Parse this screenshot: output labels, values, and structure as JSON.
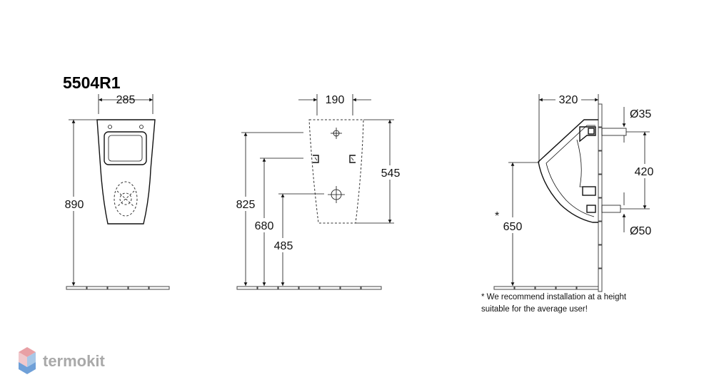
{
  "drawing": {
    "model": "5504R1",
    "front_view": {
      "width_dim": "285",
      "height_dim": "890"
    },
    "mounting_view": {
      "width_dim": "190",
      "height_total_dim": "545",
      "height_a_dim": "825",
      "height_b_dim": "680",
      "height_c_dim": "485"
    },
    "side_view": {
      "depth_dim": "320",
      "inlet_dim": "Ø35",
      "pipe_spacing_dim": "420",
      "outlet_dim": "Ø50",
      "install_height_dim": "650",
      "install_height_mark": "*",
      "note_line_1": "* We recommend installation at a height",
      "note_line_2": "suitable  for the average user!"
    }
  },
  "watermark": {
    "brand": "termokit",
    "colors": {
      "top": "#e8a0a5",
      "left": "#f0c8cc",
      "right": "#a8c8e8",
      "bottom": "#6fa0d8"
    }
  }
}
